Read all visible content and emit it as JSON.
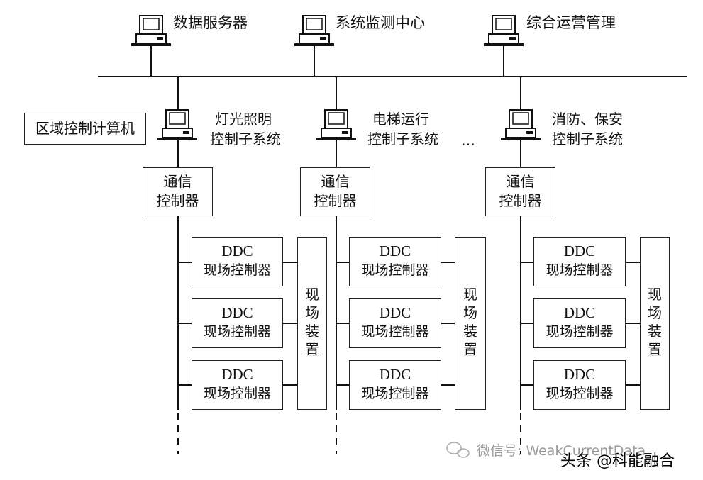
{
  "top_nodes": [
    {
      "label": "数据服务器"
    },
    {
      "label": "系统监测中心"
    },
    {
      "label": "综合运营管理"
    }
  ],
  "area_computer": {
    "label": "区域控制计算机"
  },
  "subsystems": [
    {
      "line1": "灯光照明",
      "line2": "控制子系统"
    },
    {
      "line1": "电梯运行",
      "line2": "控制子系统"
    },
    {
      "line1": "消防、保安",
      "line2": "控制子系统"
    }
  ],
  "ellipsis": "…",
  "comm_controller": {
    "line1": "通信",
    "line2": "控制器"
  },
  "ddc_controller": {
    "line1": "DDC",
    "line2": "现场控制器"
  },
  "field_device": {
    "label": "现场装置"
  },
  "watermark": {
    "wechat": "微信号: WeakCurrentData",
    "toutiao": "头条 @科能融合"
  }
}
